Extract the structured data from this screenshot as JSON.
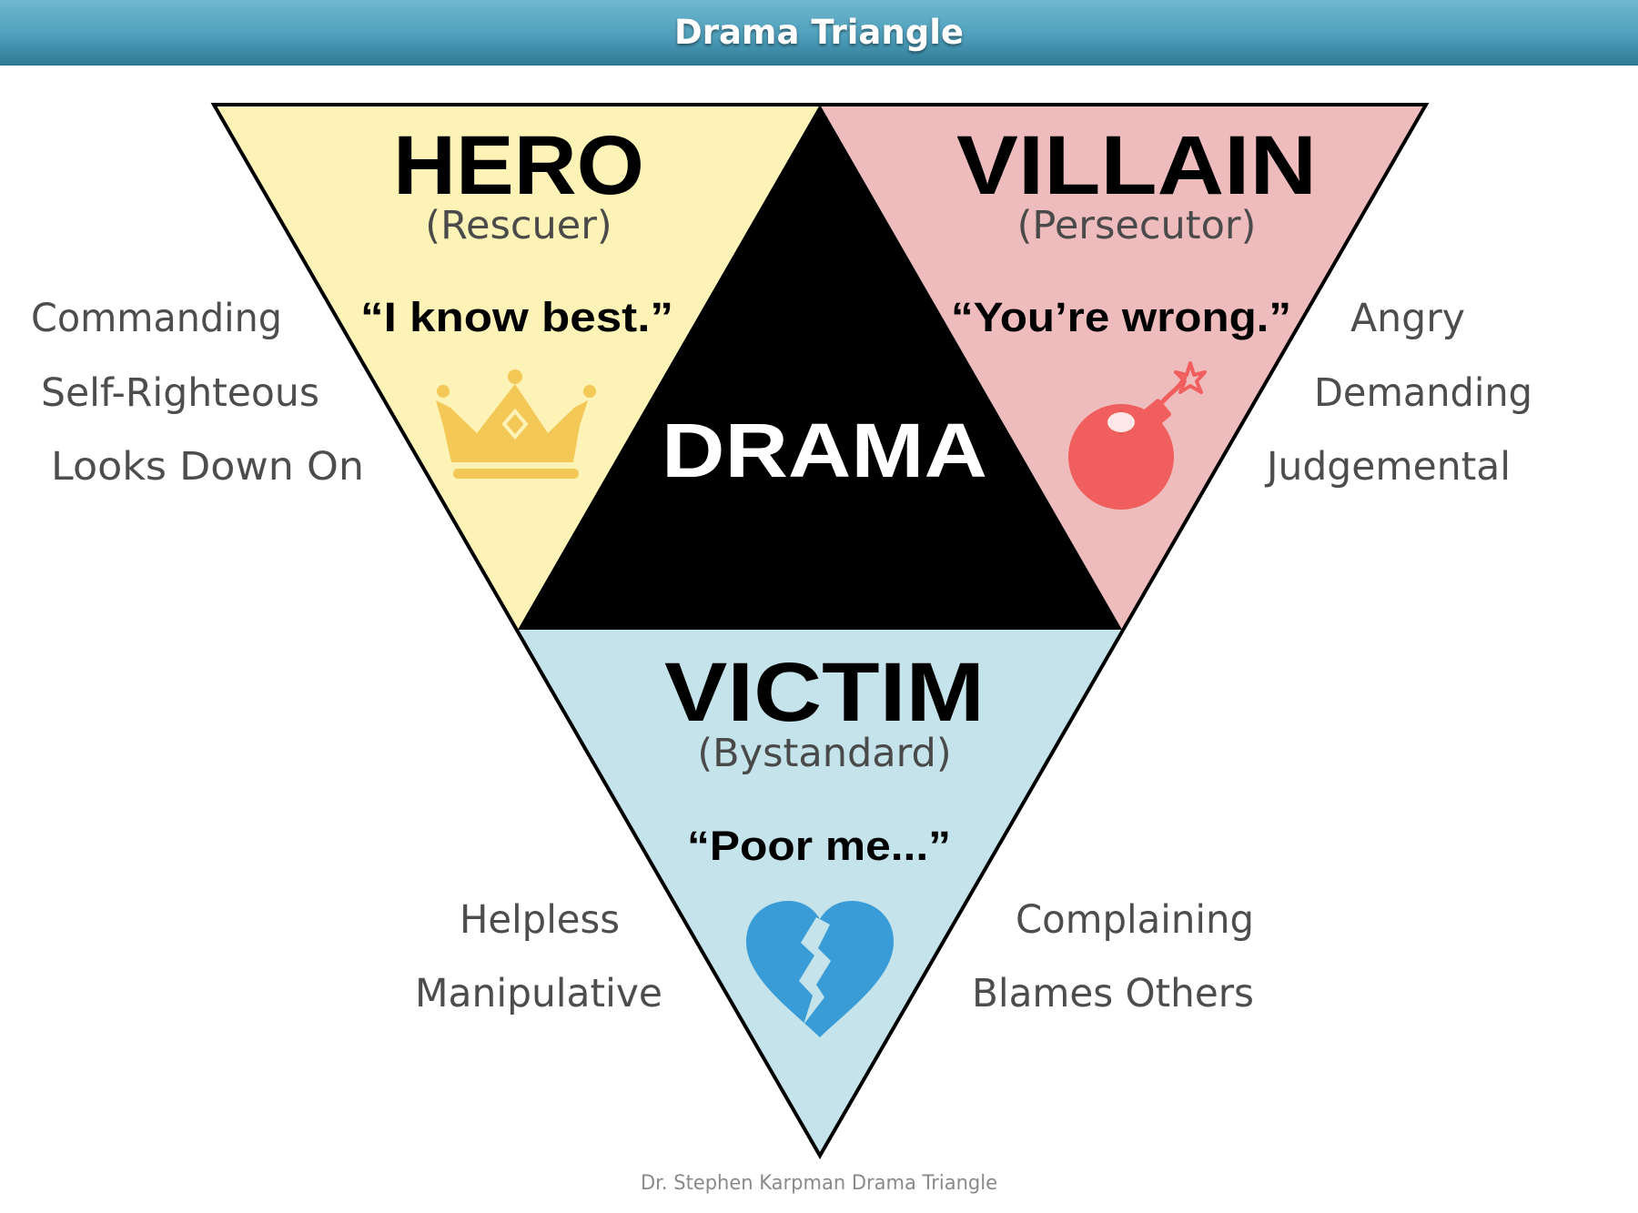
{
  "header": {
    "title": "Drama Triangle"
  },
  "center": {
    "label": "DRAMA"
  },
  "roles": {
    "hero": {
      "name": "HERO",
      "subtitle": "(Rescuer)",
      "quote": "“I know best.”",
      "icon": "crown-icon",
      "color": "#fdf3b6",
      "icon_color": "#f4c856",
      "traits": [
        "Commanding",
        "Self-Righteous",
        "Looks Down On"
      ]
    },
    "villain": {
      "name": "VILLAIN",
      "subtitle": "(Persecutor)",
      "quote": "“You’re wrong.”",
      "icon": "bomb-icon",
      "color": "#efbcbd",
      "icon_color": "#f05e5e",
      "traits": [
        "Angry",
        "Demanding",
        "Judgemental"
      ]
    },
    "victim": {
      "name": "VICTIM",
      "subtitle": "(Bystandard)",
      "quote": "“Poor me...”",
      "icon": "broken-heart-icon",
      "color": "#c4e3eb",
      "icon_color": "#3a9cd6",
      "traits_left": [
        "Helpless",
        "Manipulative"
      ],
      "traits_right": [
        "Complaining",
        "Blames Others"
      ]
    }
  },
  "footer": {
    "credit": "Dr. Stephen Karpman Drama Triangle"
  }
}
